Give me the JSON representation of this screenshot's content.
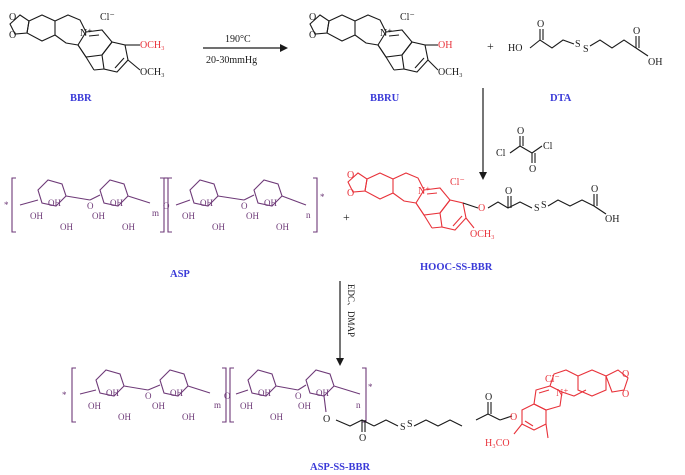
{
  "labels": {
    "bbr": "BBR",
    "bbru": "BBRU",
    "dta": "DTA",
    "asp": "ASP",
    "hooc_ss_bbr": "HOOC-SS-BBR",
    "asp_ss_bbr": "ASP-SS-BBR"
  },
  "conditions": {
    "temperature": "190°C",
    "pressure": "20-30mmHg",
    "coupling": "EDC、DMAP"
  },
  "atoms": {
    "chloride": "Cl⁻",
    "n_plus": "N⁺",
    "och3": "OCH₃",
    "h3co": "H₃CO",
    "oh": "OH",
    "ho": "HO",
    "o": "O",
    "s": "S",
    "cl": "Cl",
    "m": "m",
    "n": "n",
    "star": "*"
  },
  "operators": {
    "plus": "+"
  },
  "colors": {
    "label_blue": "#3a3ad8",
    "highlight_red": "#e8323a",
    "polymer_purple": "#6e3a78",
    "bond_black": "#1a1a1a"
  }
}
